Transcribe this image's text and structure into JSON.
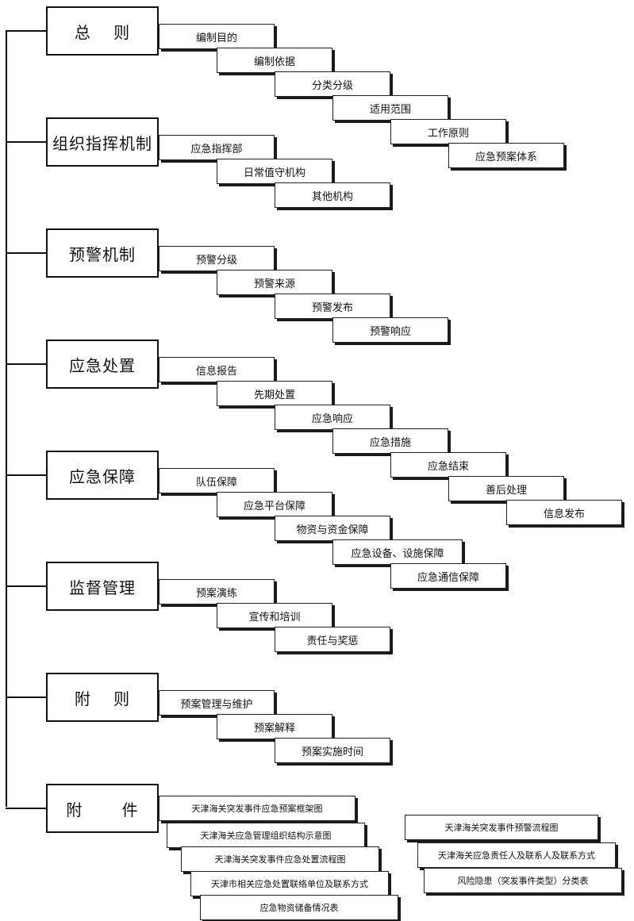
{
  "sections": [
    {
      "title": "总　 则",
      "items": [
        "编制目的",
        "编制依据",
        "分类分级",
        "适用范围",
        "工作原则",
        "应急预案体系"
      ]
    },
    {
      "title": "组织指挥机制",
      "items": [
        "应急指挥部",
        "日常值守机构",
        "其他机构"
      ]
    },
    {
      "title": "预警机制",
      "items": [
        "预警分级",
        "预警来源",
        "预警发布",
        "预警响应"
      ]
    },
    {
      "title": "应急处置",
      "items": [
        "信息报告",
        "先期处置",
        "应急响应",
        "应急措施",
        "应急结束",
        "善后处理",
        "信息发布"
      ]
    },
    {
      "title": "应急保障",
      "items": [
        "队伍保障",
        "应急平台保障",
        "物资与资金保障",
        "应急设备、设施保障",
        "应急通信保障"
      ]
    },
    {
      "title": "监督管理",
      "items": [
        "预案演练",
        "宣传和培训",
        "责任与奖惩"
      ]
    },
    {
      "title": "附　 则",
      "items": [
        "预案管理与维护",
        "预案解释",
        "预案实施时间"
      ]
    },
    {
      "title": "附　　 件",
      "items": []
    }
  ],
  "attachments_left": [
    "天津海关突发事件应急预案框架图",
    "天津海关应急管理组织结构示意图",
    "天津海关突发事件应急处置流程图",
    "天津市相关应急处置联络单位及联系方式",
    "应急物资储备情况表"
  ],
  "attachments_right": [
    "天津海关突发事件预警流程图",
    "天津海关应急责任人及联系人及联系方式",
    "风险隐患（突发事件类型）分类表"
  ]
}
